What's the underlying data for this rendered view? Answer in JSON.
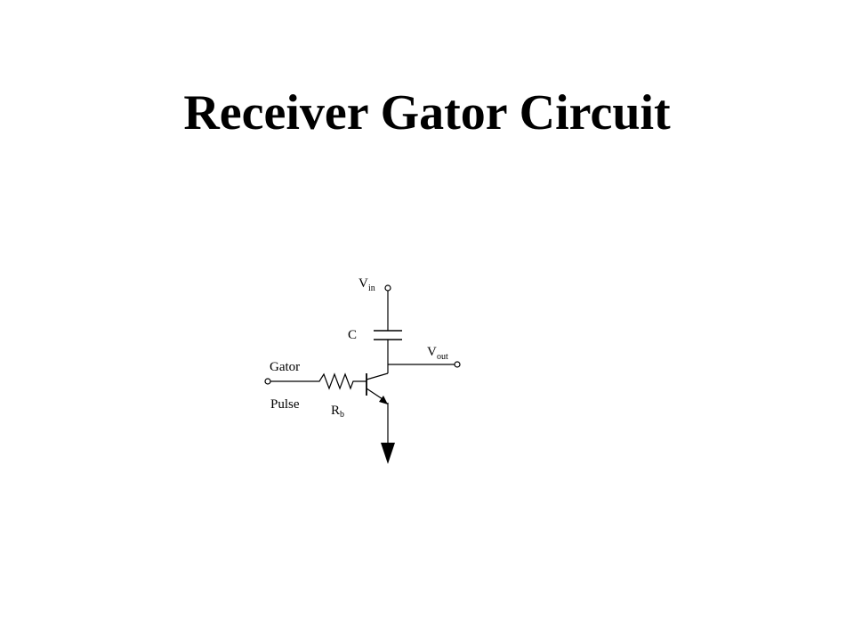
{
  "title": "Receiver Gator Circuit",
  "diagram": {
    "labels": {
      "vin_main": "V",
      "vin_sub": "in",
      "capacitor": "C",
      "vout_main": "V",
      "vout_sub": "out",
      "gator": "Gator",
      "pulse": "Pulse",
      "rb_main": "R",
      "rb_sub": "b"
    },
    "components": [
      "input-terminal-vin",
      "capacitor",
      "output-terminal-vout",
      "input-terminal-gator-pulse",
      "resistor-rb",
      "npn-transistor",
      "ground"
    ]
  }
}
